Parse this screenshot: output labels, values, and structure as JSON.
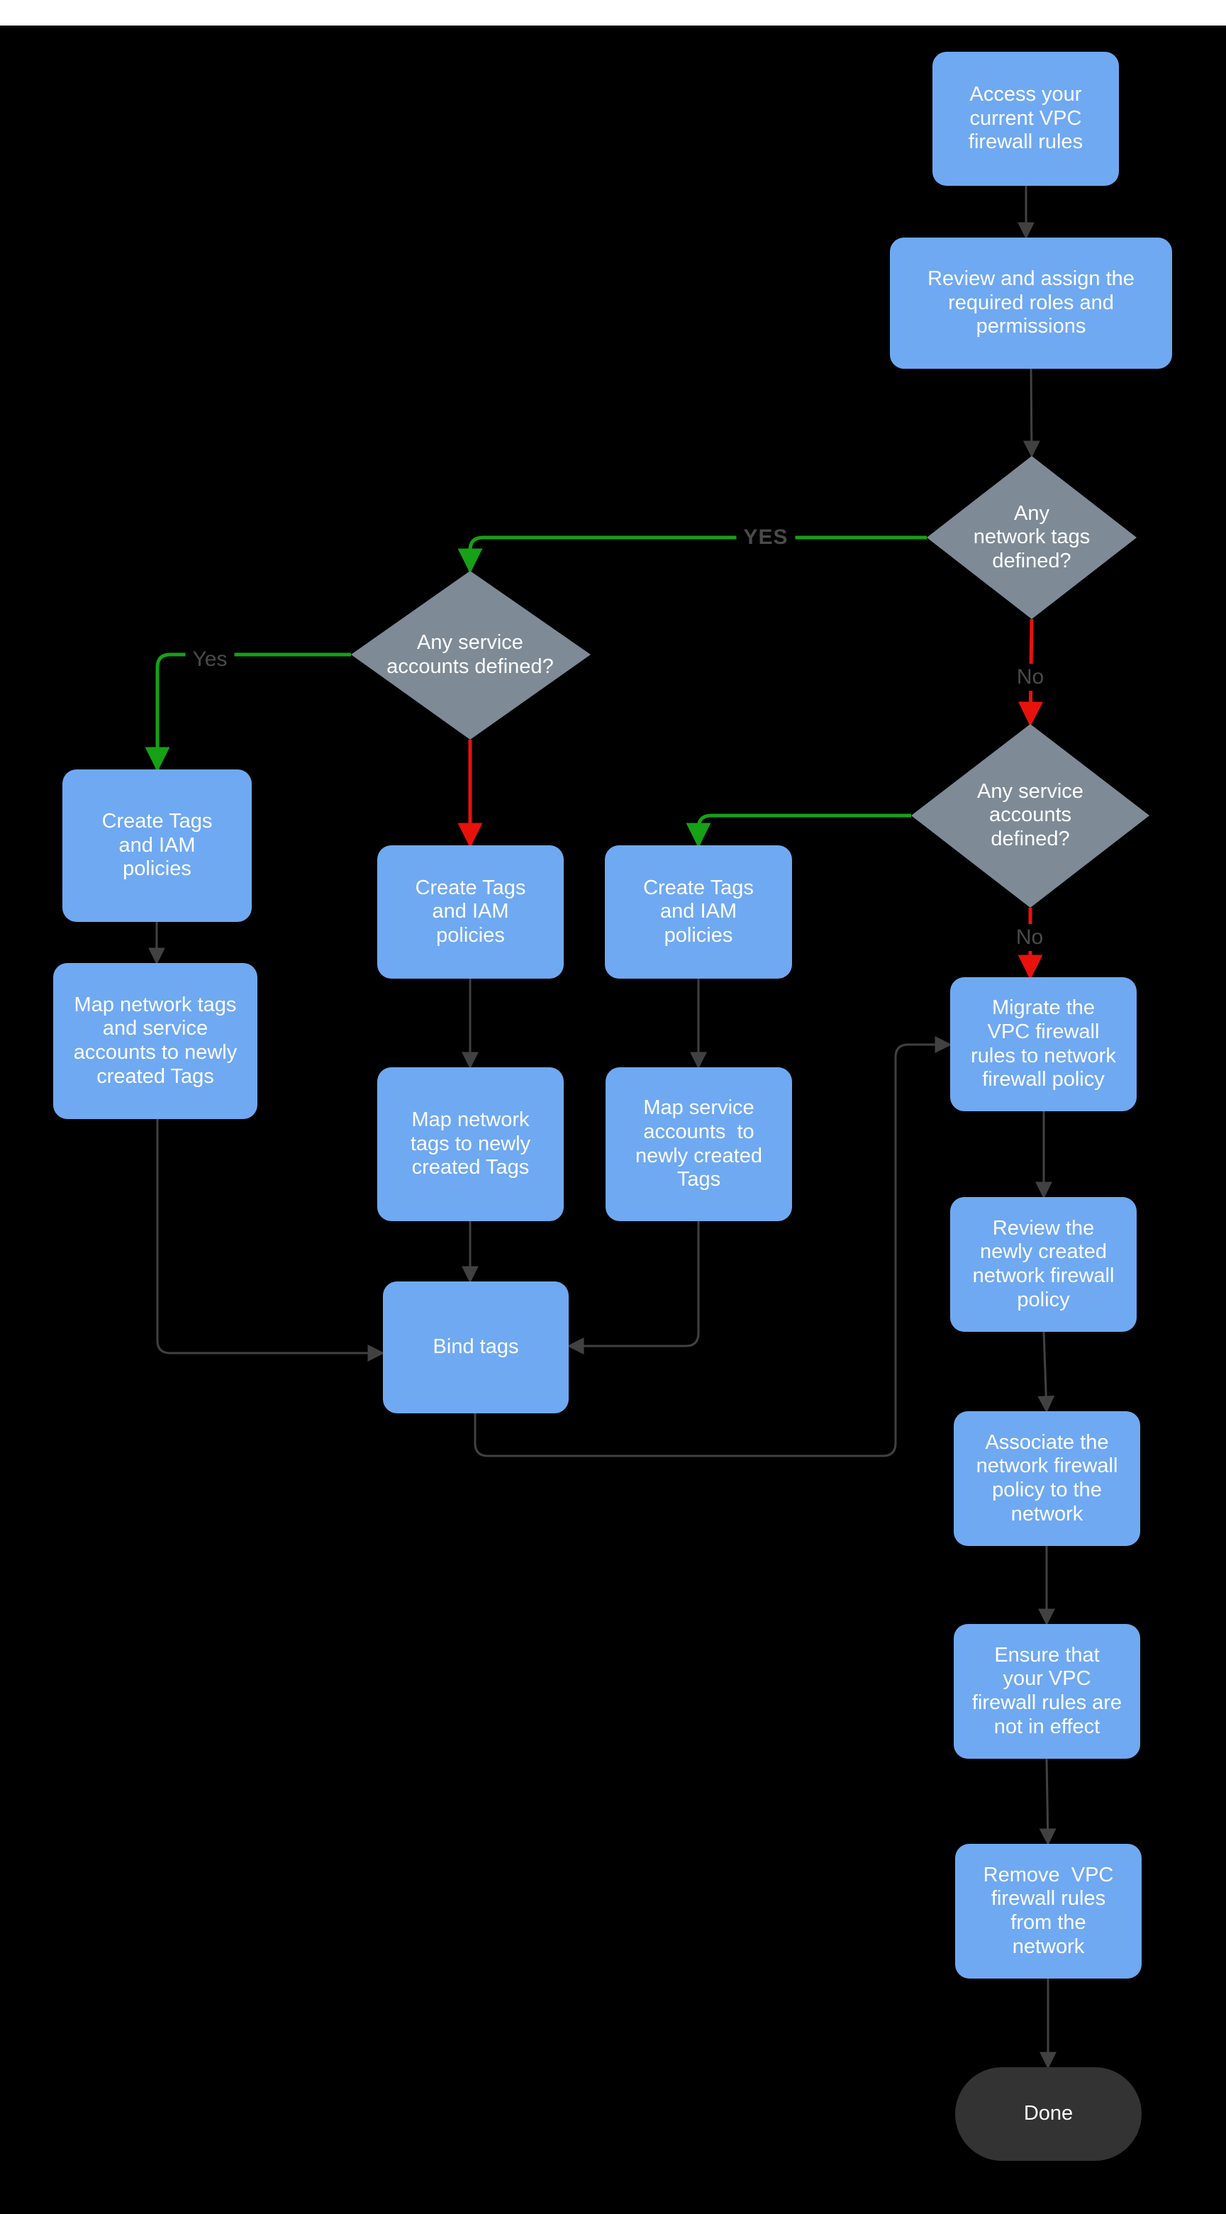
{
  "colors": {
    "background": "#000000",
    "top_bar": "#FFFFFF",
    "process_fill": "#6FA9F2",
    "decision_fill": "#7E8A96",
    "terminal_fill": "#333333",
    "node_text": "#FFFFFF",
    "yes_edge_green": "#16A116",
    "no_edge_red": "#E8120D",
    "edge_gray": "#414141",
    "edge_label_text": "#4A4A4A"
  },
  "nodes": {
    "access": {
      "type": "process",
      "label": "Access your\ncurrent VPC\nfirewall rules"
    },
    "review_roles": {
      "type": "process",
      "label": "Review and assign the\nrequired roles and\npermissions"
    },
    "network_tags_defined": {
      "type": "decision",
      "label": "Any\nnetwork tags\ndefined?"
    },
    "service_accounts_defined_left": {
      "type": "decision",
      "label": "Any service\naccounts defined?"
    },
    "service_accounts_defined_right": {
      "type": "decision",
      "label": "Any service\naccounts\ndefined?"
    },
    "create_tags_left": {
      "type": "process",
      "label": "Create Tags\nand IAM\npolicies"
    },
    "create_tags_mid": {
      "type": "process",
      "label": "Create Tags\nand IAM\npolicies"
    },
    "create_tags_right": {
      "type": "process",
      "label": "Create Tags\nand IAM\npolicies"
    },
    "map_both": {
      "type": "process",
      "label": "Map network tags\nand service\naccounts to newly\ncreated Tags"
    },
    "map_network_tags": {
      "type": "process",
      "label": "Map network\ntags to newly\ncreated Tags"
    },
    "map_service_accounts": {
      "type": "process",
      "label": "Map service\naccounts  to\nnewly created\nTags"
    },
    "bind_tags": {
      "type": "process",
      "label": "Bind tags"
    },
    "migrate": {
      "type": "process",
      "label": "Migrate the\nVPC firewall\nrules to network\nfirewall policy"
    },
    "review_policy": {
      "type": "process",
      "label": "Review the\nnewly created\nnetwork firewall\npolicy"
    },
    "associate_policy": {
      "type": "process",
      "label": "Associate the\nnetwork firewall\npolicy to the\nnetwork"
    },
    "ensure_not_in_effect": {
      "type": "process",
      "label": "Ensure that\nyour VPC\nfirewall rules are\nnot in effect"
    },
    "remove_rules": {
      "type": "process",
      "label": "Remove  VPC\nfirewall rules\nfrom the\nnetwork"
    },
    "done": {
      "type": "terminal",
      "label": "Done"
    }
  },
  "edge_labels": {
    "network_tags_yes": "YES",
    "network_tags_no": "No",
    "service_accounts_left_yes": "Yes",
    "service_accounts_right_no": "No"
  }
}
